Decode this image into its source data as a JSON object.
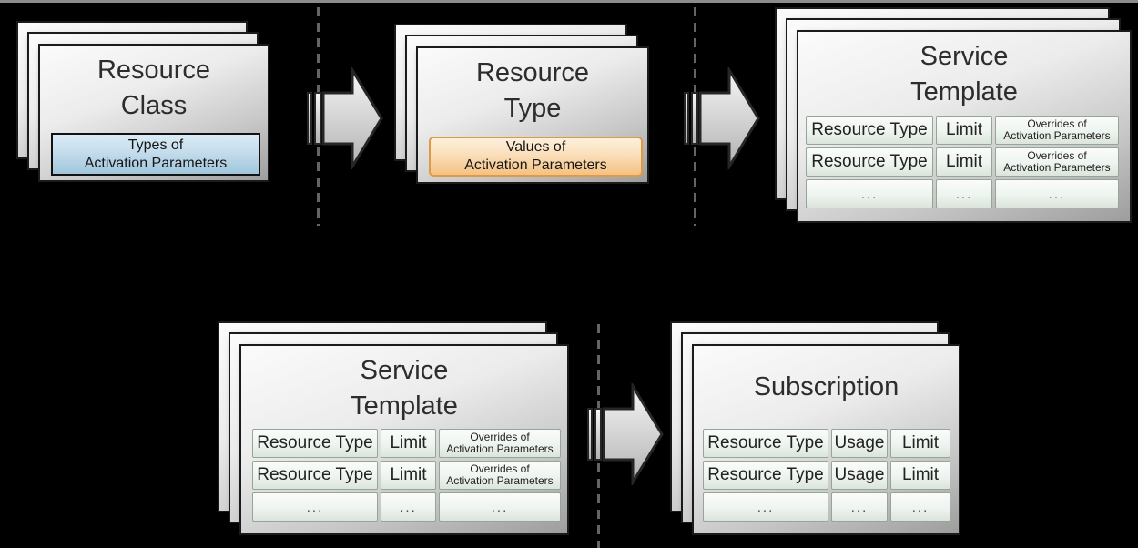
{
  "colors": {
    "background": "#000000",
    "top_rule": "#8c8c8c",
    "dashed_divider": "#646464",
    "card_border": "#1b1b1b",
    "blue_box_top": "#dcebf6",
    "blue_box_bottom": "#a0c6dc",
    "orange_box_top": "#fdf0dc",
    "orange_box_bottom": "#f5c182",
    "orange_box_border": "#df9a45",
    "table_cell_top": "#fafcfa",
    "table_cell_bottom": "#dbe5dc",
    "table_cell_border": "#95a597",
    "arrow_fill_top": "#f6f6f6",
    "arrow_fill_bottom": "#b2b2b2",
    "arrow_outline": "#262626"
  },
  "icons": {
    "arrow": "striped-right-arrow"
  },
  "stacks": {
    "resource_class": {
      "title": [
        "Resource",
        "Class"
      ],
      "param_box": {
        "lines": [
          "Types of",
          "Activation Parameters"
        ]
      }
    },
    "resource_type": {
      "title": [
        "Resource",
        "Type"
      ],
      "param_box": {
        "lines": [
          "Values of",
          "Activation Parameters"
        ]
      }
    },
    "service_template_top": {
      "title": [
        "Service",
        "Template"
      ],
      "table": {
        "rows": [
          {
            "c1": "Resource Type",
            "c2": "Limit",
            "c3": [
              "Overrides of",
              "Activation Parameters"
            ]
          },
          {
            "c1": "Resource Type",
            "c2": "Limit",
            "c3": [
              "Overrides of",
              "Activation Parameters"
            ]
          },
          {
            "c1": "...",
            "c2": "...",
            "c3": "..."
          }
        ]
      }
    },
    "service_template_bottom": {
      "title": [
        "Service",
        "Template"
      ],
      "table": {
        "rows": [
          {
            "c1": "Resource Type",
            "c2": "Limit",
            "c3": [
              "Overrides of",
              "Activation Parameters"
            ]
          },
          {
            "c1": "Resource Type",
            "c2": "Limit",
            "c3": [
              "Overrides of",
              "Activation Parameters"
            ]
          },
          {
            "c1": "...",
            "c2": "...",
            "c3": "..."
          }
        ]
      }
    },
    "subscription": {
      "title": [
        "Subscription"
      ],
      "table": {
        "rows": [
          {
            "c1": "Resource Type",
            "c2": "Usage",
            "c3": "Limit"
          },
          {
            "c1": "Resource Type",
            "c2": "Usage",
            "c3": "Limit"
          },
          {
            "c1": "...",
            "c2": "...",
            "c3": "..."
          }
        ]
      }
    }
  }
}
